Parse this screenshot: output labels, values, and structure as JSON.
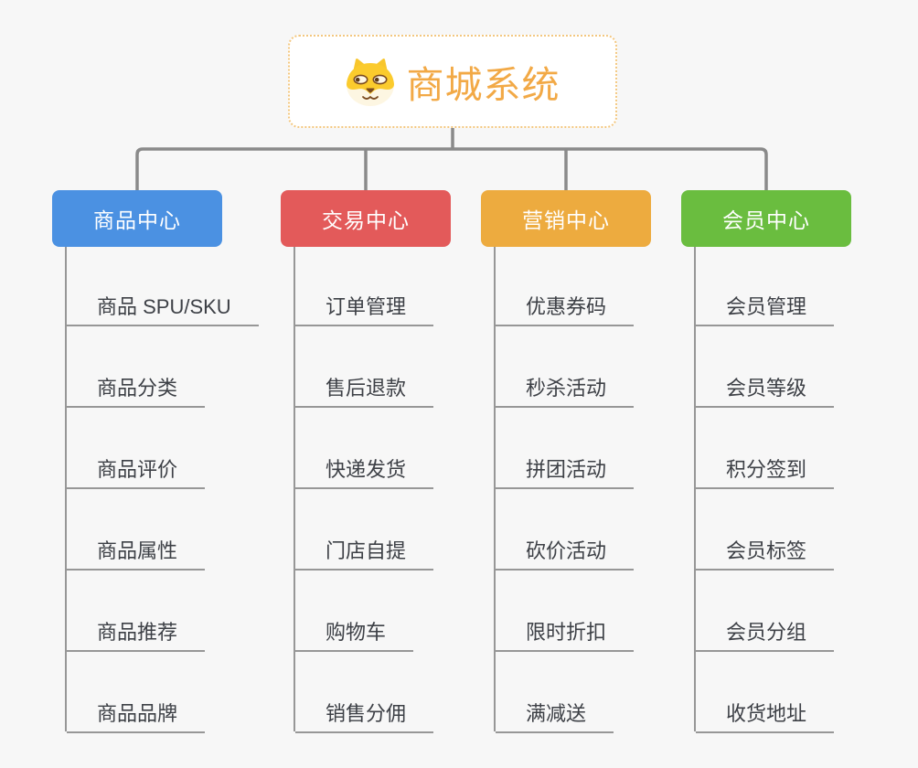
{
  "root": {
    "title": "商城系统",
    "icon": "dog-face-icon",
    "title_color": "#f2a946",
    "border_color": "#f3c77f"
  },
  "branches": [
    {
      "label": "商品中心",
      "color": "#4b91e2",
      "children": [
        "商品 SPU/SKU",
        "商品分类",
        "商品评价",
        "商品属性",
        "商品推荐",
        "商品品牌"
      ]
    },
    {
      "label": "交易中心",
      "color": "#e35a5a",
      "children": [
        "订单管理",
        "售后退款",
        "快递发货",
        "门店自提",
        "购物车",
        "销售分佣"
      ]
    },
    {
      "label": "营销中心",
      "color": "#edab3f",
      "children": [
        "优惠券码",
        "秒杀活动",
        "拼团活动",
        "砍价活动",
        "限时折扣",
        "满减送"
      ]
    },
    {
      "label": "会员中心",
      "color": "#6abd3f",
      "children": [
        "会员管理",
        "会员等级",
        "积分签到",
        "会员标签",
        "会员分组",
        "收货地址"
      ]
    }
  ],
  "palette": {
    "background": "#f7f7f7",
    "main_connector": "#8a8a8a",
    "child_line": "#979797",
    "child_text": "#3d4046"
  }
}
